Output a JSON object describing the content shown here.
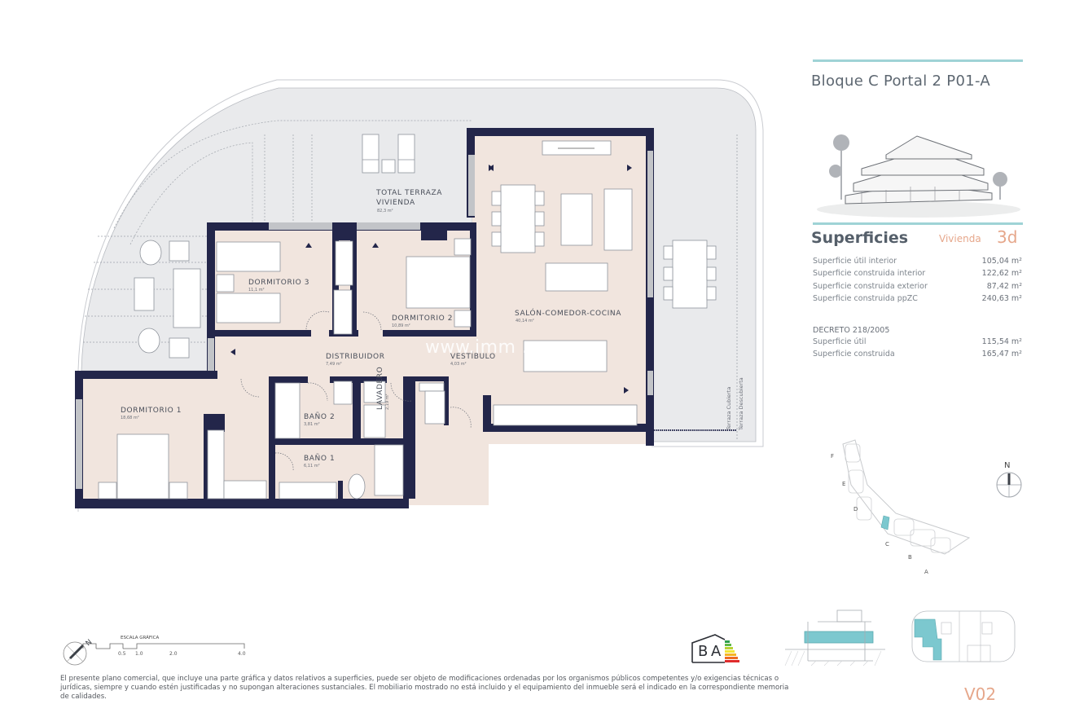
{
  "header": {
    "title": "Bloque C Portal 2 P01-A"
  },
  "plan": {
    "rooms": [
      {
        "name": "TOTAL  TERRAZA",
        "name2": "VIVIENDA",
        "area": "82,3 m²"
      },
      {
        "name": "DORMITORIO 3",
        "area": "11,1 m²"
      },
      {
        "name": "DORMITORIO 2",
        "area": "10,89 m²"
      },
      {
        "name": "SALÓN-COMEDOR-COCINA",
        "area": "40,14 m²"
      },
      {
        "name": "DISTRIBUIDOR",
        "area": "7,49 m²"
      },
      {
        "name": "VESTÍBULO",
        "area": "4,03 m²"
      },
      {
        "name": "DORMITORIO 1",
        "area": "18,68 m²"
      },
      {
        "name": "BAÑO 2",
        "area": "3,81 m²"
      },
      {
        "name": "LAVADERO",
        "area": "2,19 m²"
      },
      {
        "name": "BAÑO 1",
        "area": "6,11 m²"
      }
    ],
    "terrace_labels": [
      "Terraza Cubierta",
      "Terraza Descubierta"
    ],
    "watermark": "www.imm        .com"
  },
  "superficies": {
    "title": "Superficies",
    "vivienda_label": "Vivienda",
    "vivienda_type": "3d",
    "rows": [
      {
        "label": "Superficie útil interior",
        "value": "105,04 m²"
      },
      {
        "label": "Superficie construida interior",
        "value": "122,62 m²"
      },
      {
        "label": "Superficie construida exterior",
        "value": "87,42 m²"
      },
      {
        "label": "Superficie construida ppZC",
        "value": "240,63 m²"
      }
    ],
    "decreto_title": "DECRETO 218/2005",
    "decreto_rows": [
      {
        "label": "Superficie útil",
        "value": "115,54 m²"
      },
      {
        "label": "Superficie construida",
        "value": "165,47 m²"
      }
    ]
  },
  "location_map": {
    "blocks": [
      "F",
      "E",
      "D",
      "C",
      "B",
      "A"
    ],
    "highlighted_block": "C",
    "north_label": "N",
    "highlight_color": "#7cc8cf"
  },
  "scale": {
    "title": "ESCALA GRÁFICA",
    "ticks": [
      "0.5",
      "1.0",
      "2.0",
      "4.0"
    ],
    "north_label": "N"
  },
  "energy_label": {
    "ratings": [
      "B",
      "A"
    ]
  },
  "footer": {
    "disclaimer": "El presente plano comercial, que incluye una parte gráfica y datos relativos a superficies, puede ser objeto de modificaciones ordenadas por los organismos públicos competentes y/o exigencias técnicas o jurídicas, siempre y cuando estén justificadas y no supongan alteraciones sustanciales. El mobiliario mostrado no está incluido y el equipamiento del inmueble será el indicado en la correspondiente memoria de calidades.",
    "version": "V02"
  },
  "colors": {
    "wall": "#23264a",
    "interior": "#f1e5de",
    "terrace": "#e9eaec",
    "accent_teal": "#9fd3d6",
    "accent_orange": "#e6a78b"
  }
}
